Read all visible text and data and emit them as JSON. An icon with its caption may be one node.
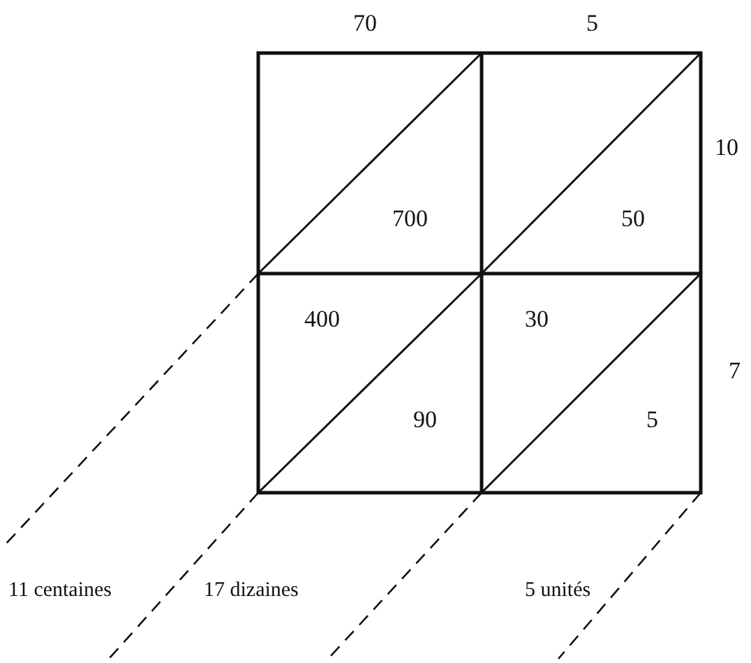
{
  "diagram": {
    "labels": [
      "70",
      "5",
      "10",
      "700",
      "50",
      "400",
      "30",
      "7",
      "90",
      "5",
      "11 centaines",
      "17 dizaines",
      "5 unités"
    ]
  }
}
